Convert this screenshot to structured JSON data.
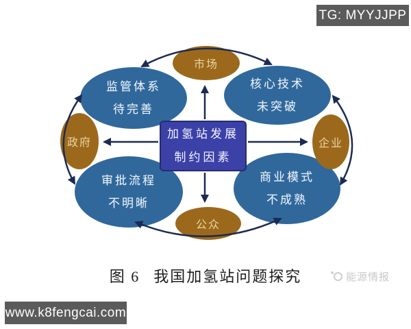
{
  "overlays": {
    "tg_badge": "TG: MYYJJPP",
    "site_badge": "www.k8fengcai.com",
    "watermark": "能源情报"
  },
  "diagram": {
    "center": {
      "label": "加氢站发展\n制约因素"
    },
    "factors": [
      {
        "id": "top-left",
        "label": "监管体系\n待完善"
      },
      {
        "id": "top-right",
        "label": "核心技术\n未突破"
      },
      {
        "id": "bottom-left",
        "label": "审批流程\n不明晰"
      },
      {
        "id": "bottom-right",
        "label": "商业模式\n不成熟"
      }
    ],
    "stakeholders": [
      {
        "id": "top",
        "label": "市场"
      },
      {
        "id": "left",
        "label": "政府"
      },
      {
        "id": "right",
        "label": "企业"
      },
      {
        "id": "bottom",
        "label": "公众"
      }
    ],
    "colors": {
      "factor_fill": "#30689c",
      "stakeholder_fill": "#9c691c",
      "center_fill": "#3c41a8",
      "arrow": "#1c2b52",
      "badge_bg": "#5b5b5b"
    }
  },
  "caption": {
    "figure_no": "图 6",
    "title": "我国加氢站问题探究"
  }
}
